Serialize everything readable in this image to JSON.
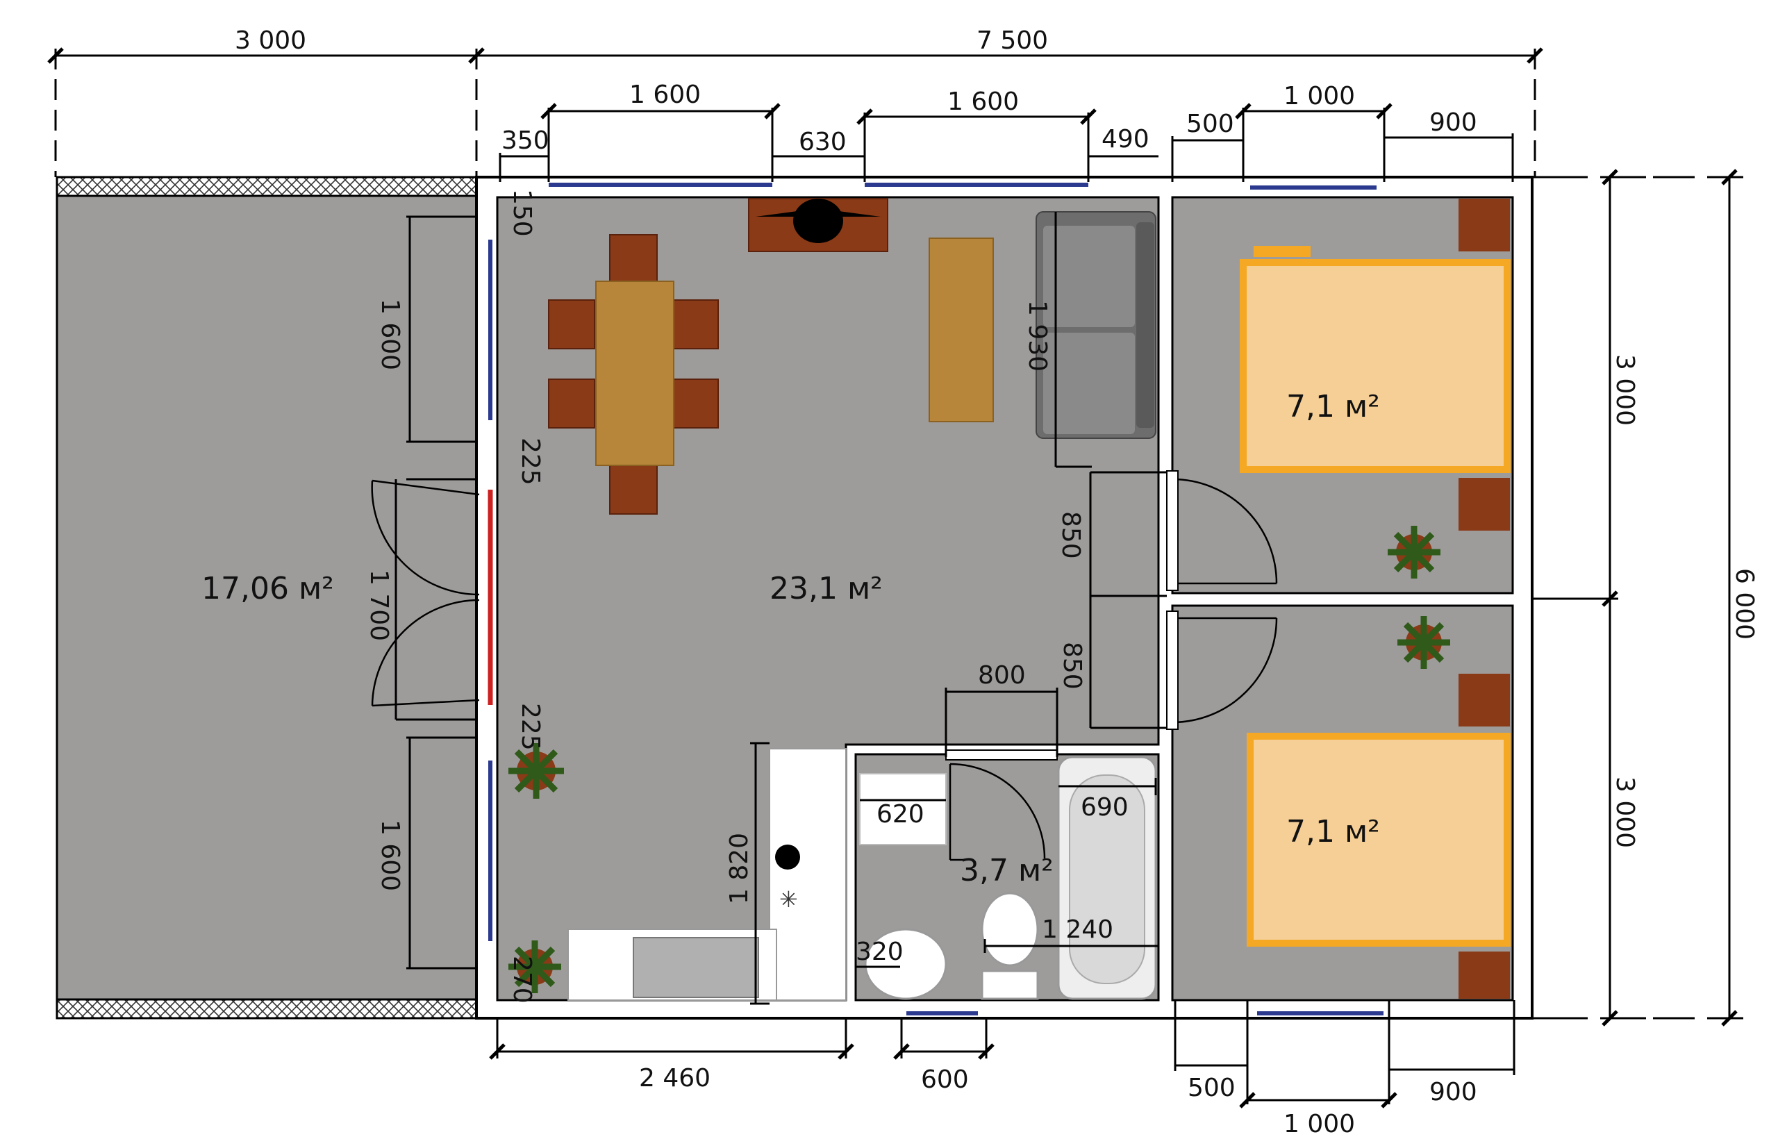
{
  "rooms": {
    "terrace": {
      "area": "17,06 м²"
    },
    "living": {
      "area": "23,1 м²"
    },
    "bedroom1": {
      "area": "7,1 м²"
    },
    "bedroom2": {
      "area": "7,1 м²"
    },
    "bathroom": {
      "area": "3,7 м²"
    }
  },
  "dimensions": {
    "top_terrace_width": "3 000",
    "top_total_width": "7 500",
    "top_window1": "1 600",
    "top_window2": "1 600",
    "top_350": "350",
    "top_630": "630",
    "top_490": "490",
    "top_500": "500",
    "top_1000": "1 000",
    "top_900": "900",
    "left_150": "150",
    "left_window1": "1 600",
    "left_225a": "225",
    "left_door": "1 700",
    "left_225b": "225",
    "left_window2": "1 600",
    "left_270": "270",
    "sofa_1930": "1 930",
    "door_850a": "850",
    "door_850b": "850",
    "bath_door_800": "800",
    "kitchen_1820": "1 820",
    "bath_620": "620",
    "bath_690": "690",
    "bath_320": "320",
    "bath_1240": "1 240",
    "bottom_2460": "2 460",
    "bottom_600": "600",
    "bottom_500": "500",
    "bottom_900": "900",
    "bottom_1000": "1 000",
    "right_3000a": "3 000",
    "right_3000b": "3 000",
    "right_6000": "6 000"
  },
  "colors": {
    "floor": "#9e9c9b",
    "wall": "#ffffff",
    "window": "#2b3a8f",
    "door_glass": "#cc2222",
    "wood": "#8a3a17",
    "table": "#b8863b",
    "bed": "#f5cf96",
    "bed_frame": "#f5a823",
    "sofa": "#6d6d6d",
    "plant": "#2f5a1a"
  }
}
